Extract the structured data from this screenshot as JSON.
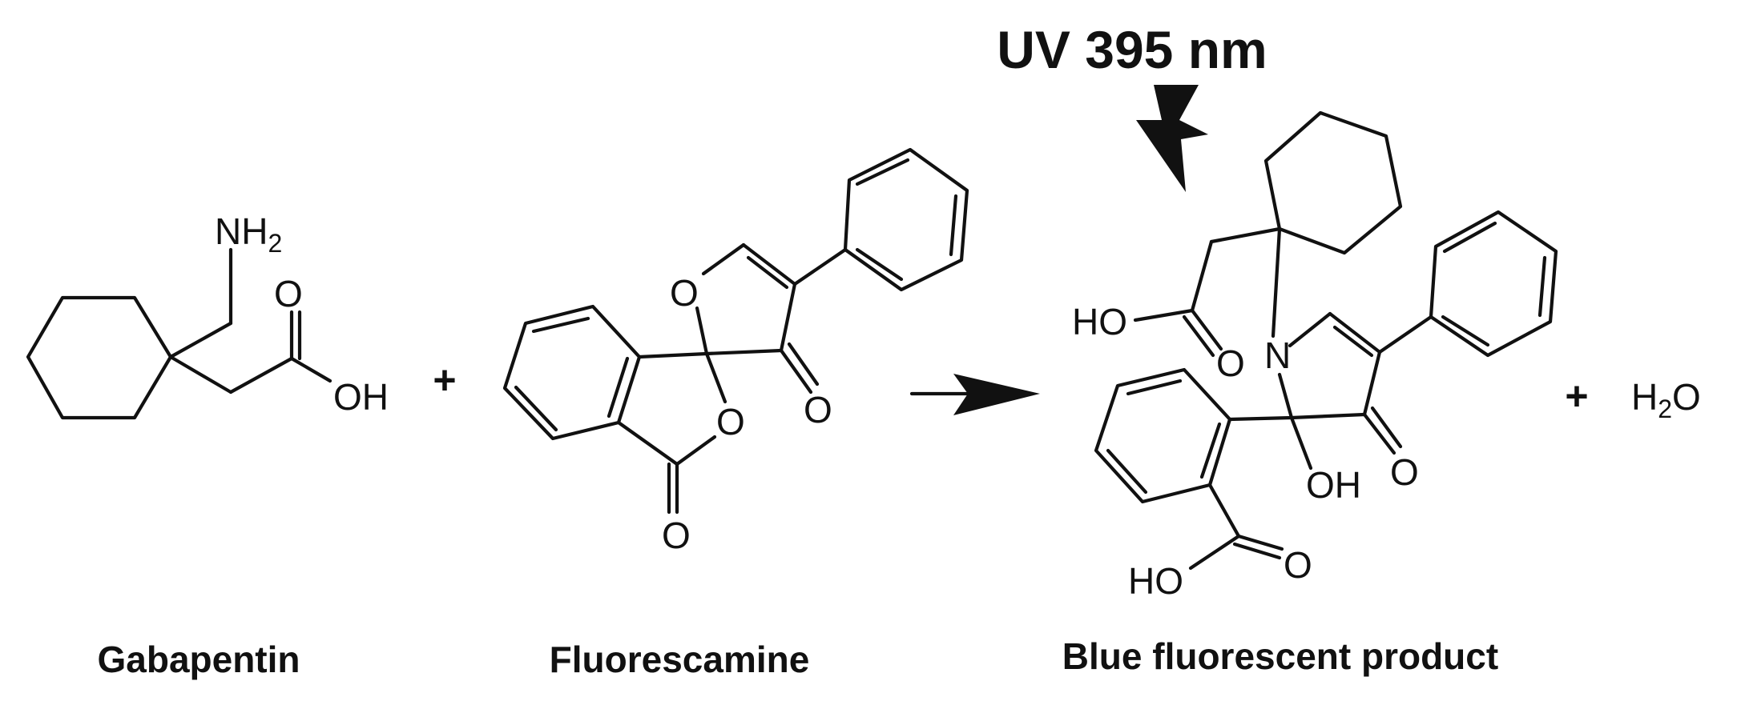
{
  "condition": "UV 395 nm",
  "plus_sign": "+",
  "reactants": [
    {
      "name": "Gabapentin",
      "atoms": {
        "amine_N": "NH",
        "amine_sub": "2",
        "carbonyl_O": "O",
        "hydroxyl": "OH"
      }
    },
    {
      "name": "Fluorescamine",
      "atoms": {
        "ring_O1": "O",
        "ring_O2": "O",
        "ketone_O": "O",
        "lactone_O": "O"
      }
    }
  ],
  "product": {
    "name": "Blue fluorescent product",
    "atoms": {
      "acid_HO": "HO",
      "acid_O": "O",
      "ring_N": "N",
      "hemiaminal_OH": "OH",
      "ketone_O": "O",
      "benzoic_HO": "HO",
      "benzoic_O": "O"
    }
  },
  "byproduct": {
    "H": "H",
    "sub": "2",
    "O": "O"
  },
  "icons": {
    "arrow": "reaction-arrow-icon",
    "lightning": "lightning-bolt-icon"
  }
}
